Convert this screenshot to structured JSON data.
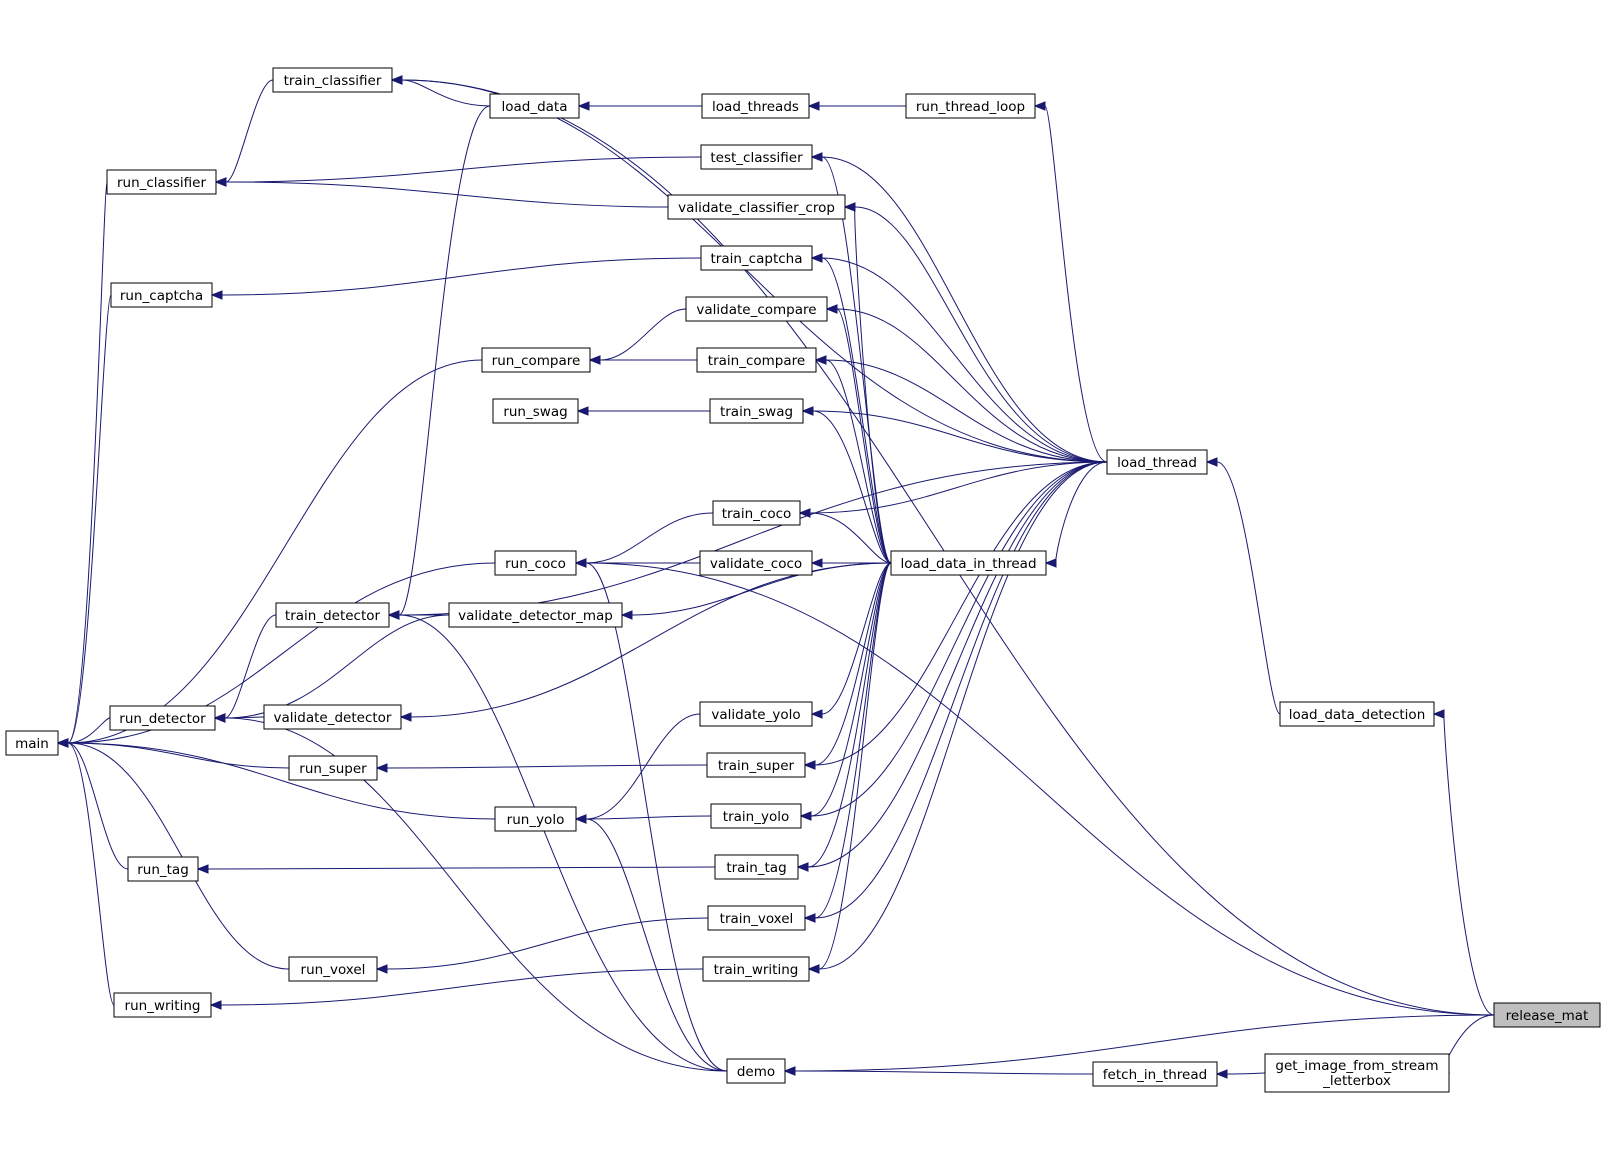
{
  "graph": {
    "nodes": [
      {
        "id": "main",
        "label": "main"
      },
      {
        "id": "run_classifier",
        "label": "run_classifier"
      },
      {
        "id": "run_captcha",
        "label": "run_captcha"
      },
      {
        "id": "run_detector",
        "label": "run_detector"
      },
      {
        "id": "run_tag",
        "label": "run_tag"
      },
      {
        "id": "run_writing",
        "label": "run_writing"
      },
      {
        "id": "train_classifier",
        "label": "train_classifier"
      },
      {
        "id": "train_detector",
        "label": "train_detector"
      },
      {
        "id": "validate_detector",
        "label": "validate_detector"
      },
      {
        "id": "run_super",
        "label": "run_super"
      },
      {
        "id": "run_voxel",
        "label": "run_voxel"
      },
      {
        "id": "load_data",
        "label": "load_data"
      },
      {
        "id": "run_compare",
        "label": "run_compare"
      },
      {
        "id": "run_swag",
        "label": "run_swag"
      },
      {
        "id": "run_coco",
        "label": "run_coco"
      },
      {
        "id": "validate_detector_map",
        "label": "validate_detector_map"
      },
      {
        "id": "run_yolo",
        "label": "run_yolo"
      },
      {
        "id": "load_threads",
        "label": "load_threads"
      },
      {
        "id": "test_classifier",
        "label": "test_classifier"
      },
      {
        "id": "validate_classifier_crop",
        "label": "validate_classifier_crop"
      },
      {
        "id": "train_captcha",
        "label": "train_captcha"
      },
      {
        "id": "validate_compare",
        "label": "validate_compare"
      },
      {
        "id": "train_compare",
        "label": "train_compare"
      },
      {
        "id": "train_swag",
        "label": "train_swag"
      },
      {
        "id": "train_coco",
        "label": "train_coco"
      },
      {
        "id": "validate_coco",
        "label": "validate_coco"
      },
      {
        "id": "validate_yolo",
        "label": "validate_yolo"
      },
      {
        "id": "train_super",
        "label": "train_super"
      },
      {
        "id": "train_yolo",
        "label": "train_yolo"
      },
      {
        "id": "train_tag",
        "label": "train_tag"
      },
      {
        "id": "train_voxel",
        "label": "train_voxel"
      },
      {
        "id": "train_writing",
        "label": "train_writing"
      },
      {
        "id": "demo",
        "label": "demo"
      },
      {
        "id": "run_thread_loop",
        "label": "run_thread_loop"
      },
      {
        "id": "load_data_in_thread",
        "label": "load_data_in_thread"
      },
      {
        "id": "fetch_in_thread",
        "label": "fetch_in_thread"
      },
      {
        "id": "load_thread",
        "label": "load_thread"
      },
      {
        "id": "get_image_from_stream_letterbox",
        "label": "get_image_from_stream",
        "label2": "_letterbox"
      },
      {
        "id": "load_data_detection",
        "label": "load_data_detection"
      },
      {
        "id": "release_mat",
        "label": "release_mat",
        "highlight": true
      }
    ],
    "edges": [
      [
        "run_classifier",
        "main"
      ],
      [
        "run_captcha",
        "main"
      ],
      [
        "run_compare",
        "main"
      ],
      [
        "run_coco",
        "main"
      ],
      [
        "run_detector",
        "main"
      ],
      [
        "run_super",
        "main"
      ],
      [
        "run_yolo",
        "main"
      ],
      [
        "run_tag",
        "main"
      ],
      [
        "run_voxel",
        "main"
      ],
      [
        "run_writing",
        "main"
      ],
      [
        "train_classifier",
        "run_classifier"
      ],
      [
        "test_classifier",
        "run_classifier"
      ],
      [
        "validate_classifier_crop",
        "run_classifier"
      ],
      [
        "train_captcha",
        "run_captcha"
      ],
      [
        "train_detector",
        "run_detector"
      ],
      [
        "validate_detector_map",
        "run_detector"
      ],
      [
        "validate_detector",
        "run_detector"
      ],
      [
        "load_data",
        "train_classifier"
      ],
      [
        "load_data",
        "train_detector"
      ],
      [
        "validate_detector_map",
        "train_detector"
      ],
      [
        "validate_compare",
        "run_compare"
      ],
      [
        "train_compare",
        "run_compare"
      ],
      [
        "train_swag",
        "run_swag"
      ],
      [
        "train_coco",
        "run_coco"
      ],
      [
        "validate_coco",
        "run_coco"
      ],
      [
        "validate_yolo",
        "run_yolo"
      ],
      [
        "train_yolo",
        "run_yolo"
      ],
      [
        "train_super",
        "run_super"
      ],
      [
        "train_tag",
        "run_tag"
      ],
      [
        "train_voxel",
        "run_voxel"
      ],
      [
        "train_writing",
        "run_writing"
      ],
      [
        "load_threads",
        "load_data"
      ],
      [
        "run_thread_loop",
        "load_threads"
      ],
      [
        "demo",
        "run_detector"
      ],
      [
        "demo",
        "run_coco"
      ],
      [
        "demo",
        "run_yolo"
      ],
      [
        "demo",
        "train_detector"
      ],
      [
        "load_data_in_thread",
        "test_classifier"
      ],
      [
        "load_data_in_thread",
        "validate_classifier_crop"
      ],
      [
        "load_data_in_thread",
        "train_captcha"
      ],
      [
        "load_data_in_thread",
        "validate_compare"
      ],
      [
        "load_data_in_thread",
        "train_compare"
      ],
      [
        "load_data_in_thread",
        "train_swag"
      ],
      [
        "load_data_in_thread",
        "train_coco"
      ],
      [
        "load_data_in_thread",
        "validate_coco"
      ],
      [
        "load_data_in_thread",
        "validate_detector_map"
      ],
      [
        "load_data_in_thread",
        "validate_detector"
      ],
      [
        "load_data_in_thread",
        "validate_yolo"
      ],
      [
        "load_data_in_thread",
        "train_super"
      ],
      [
        "load_data_in_thread",
        "train_yolo"
      ],
      [
        "load_data_in_thread",
        "train_tag"
      ],
      [
        "load_data_in_thread",
        "train_voxel"
      ],
      [
        "load_data_in_thread",
        "train_writing"
      ],
      [
        "load_thread",
        "train_classifier"
      ],
      [
        "load_thread",
        "run_thread_loop"
      ],
      [
        "load_thread",
        "test_classifier"
      ],
      [
        "load_thread",
        "validate_classifier_crop"
      ],
      [
        "load_thread",
        "train_captcha"
      ],
      [
        "load_thread",
        "validate_compare"
      ],
      [
        "load_thread",
        "train_compare"
      ],
      [
        "load_thread",
        "train_swag"
      ],
      [
        "load_thread",
        "train_detector"
      ],
      [
        "load_thread",
        "train_coco"
      ],
      [
        "load_thread",
        "load_data_in_thread"
      ],
      [
        "load_thread",
        "train_super"
      ],
      [
        "load_thread",
        "train_yolo"
      ],
      [
        "load_thread",
        "train_tag"
      ],
      [
        "load_thread",
        "train_voxel"
      ],
      [
        "load_thread",
        "train_writing"
      ],
      [
        "fetch_in_thread",
        "demo"
      ],
      [
        "get_image_from_stream_letterbox",
        "fetch_in_thread"
      ],
      [
        "load_data_detection",
        "load_thread"
      ],
      [
        "release_mat",
        "train_classifier"
      ],
      [
        "release_mat",
        "load_data_detection"
      ],
      [
        "release_mat",
        "get_image_from_stream_letterbox"
      ],
      [
        "release_mat",
        "demo"
      ],
      [
        "release_mat",
        "run_coco"
      ]
    ]
  }
}
